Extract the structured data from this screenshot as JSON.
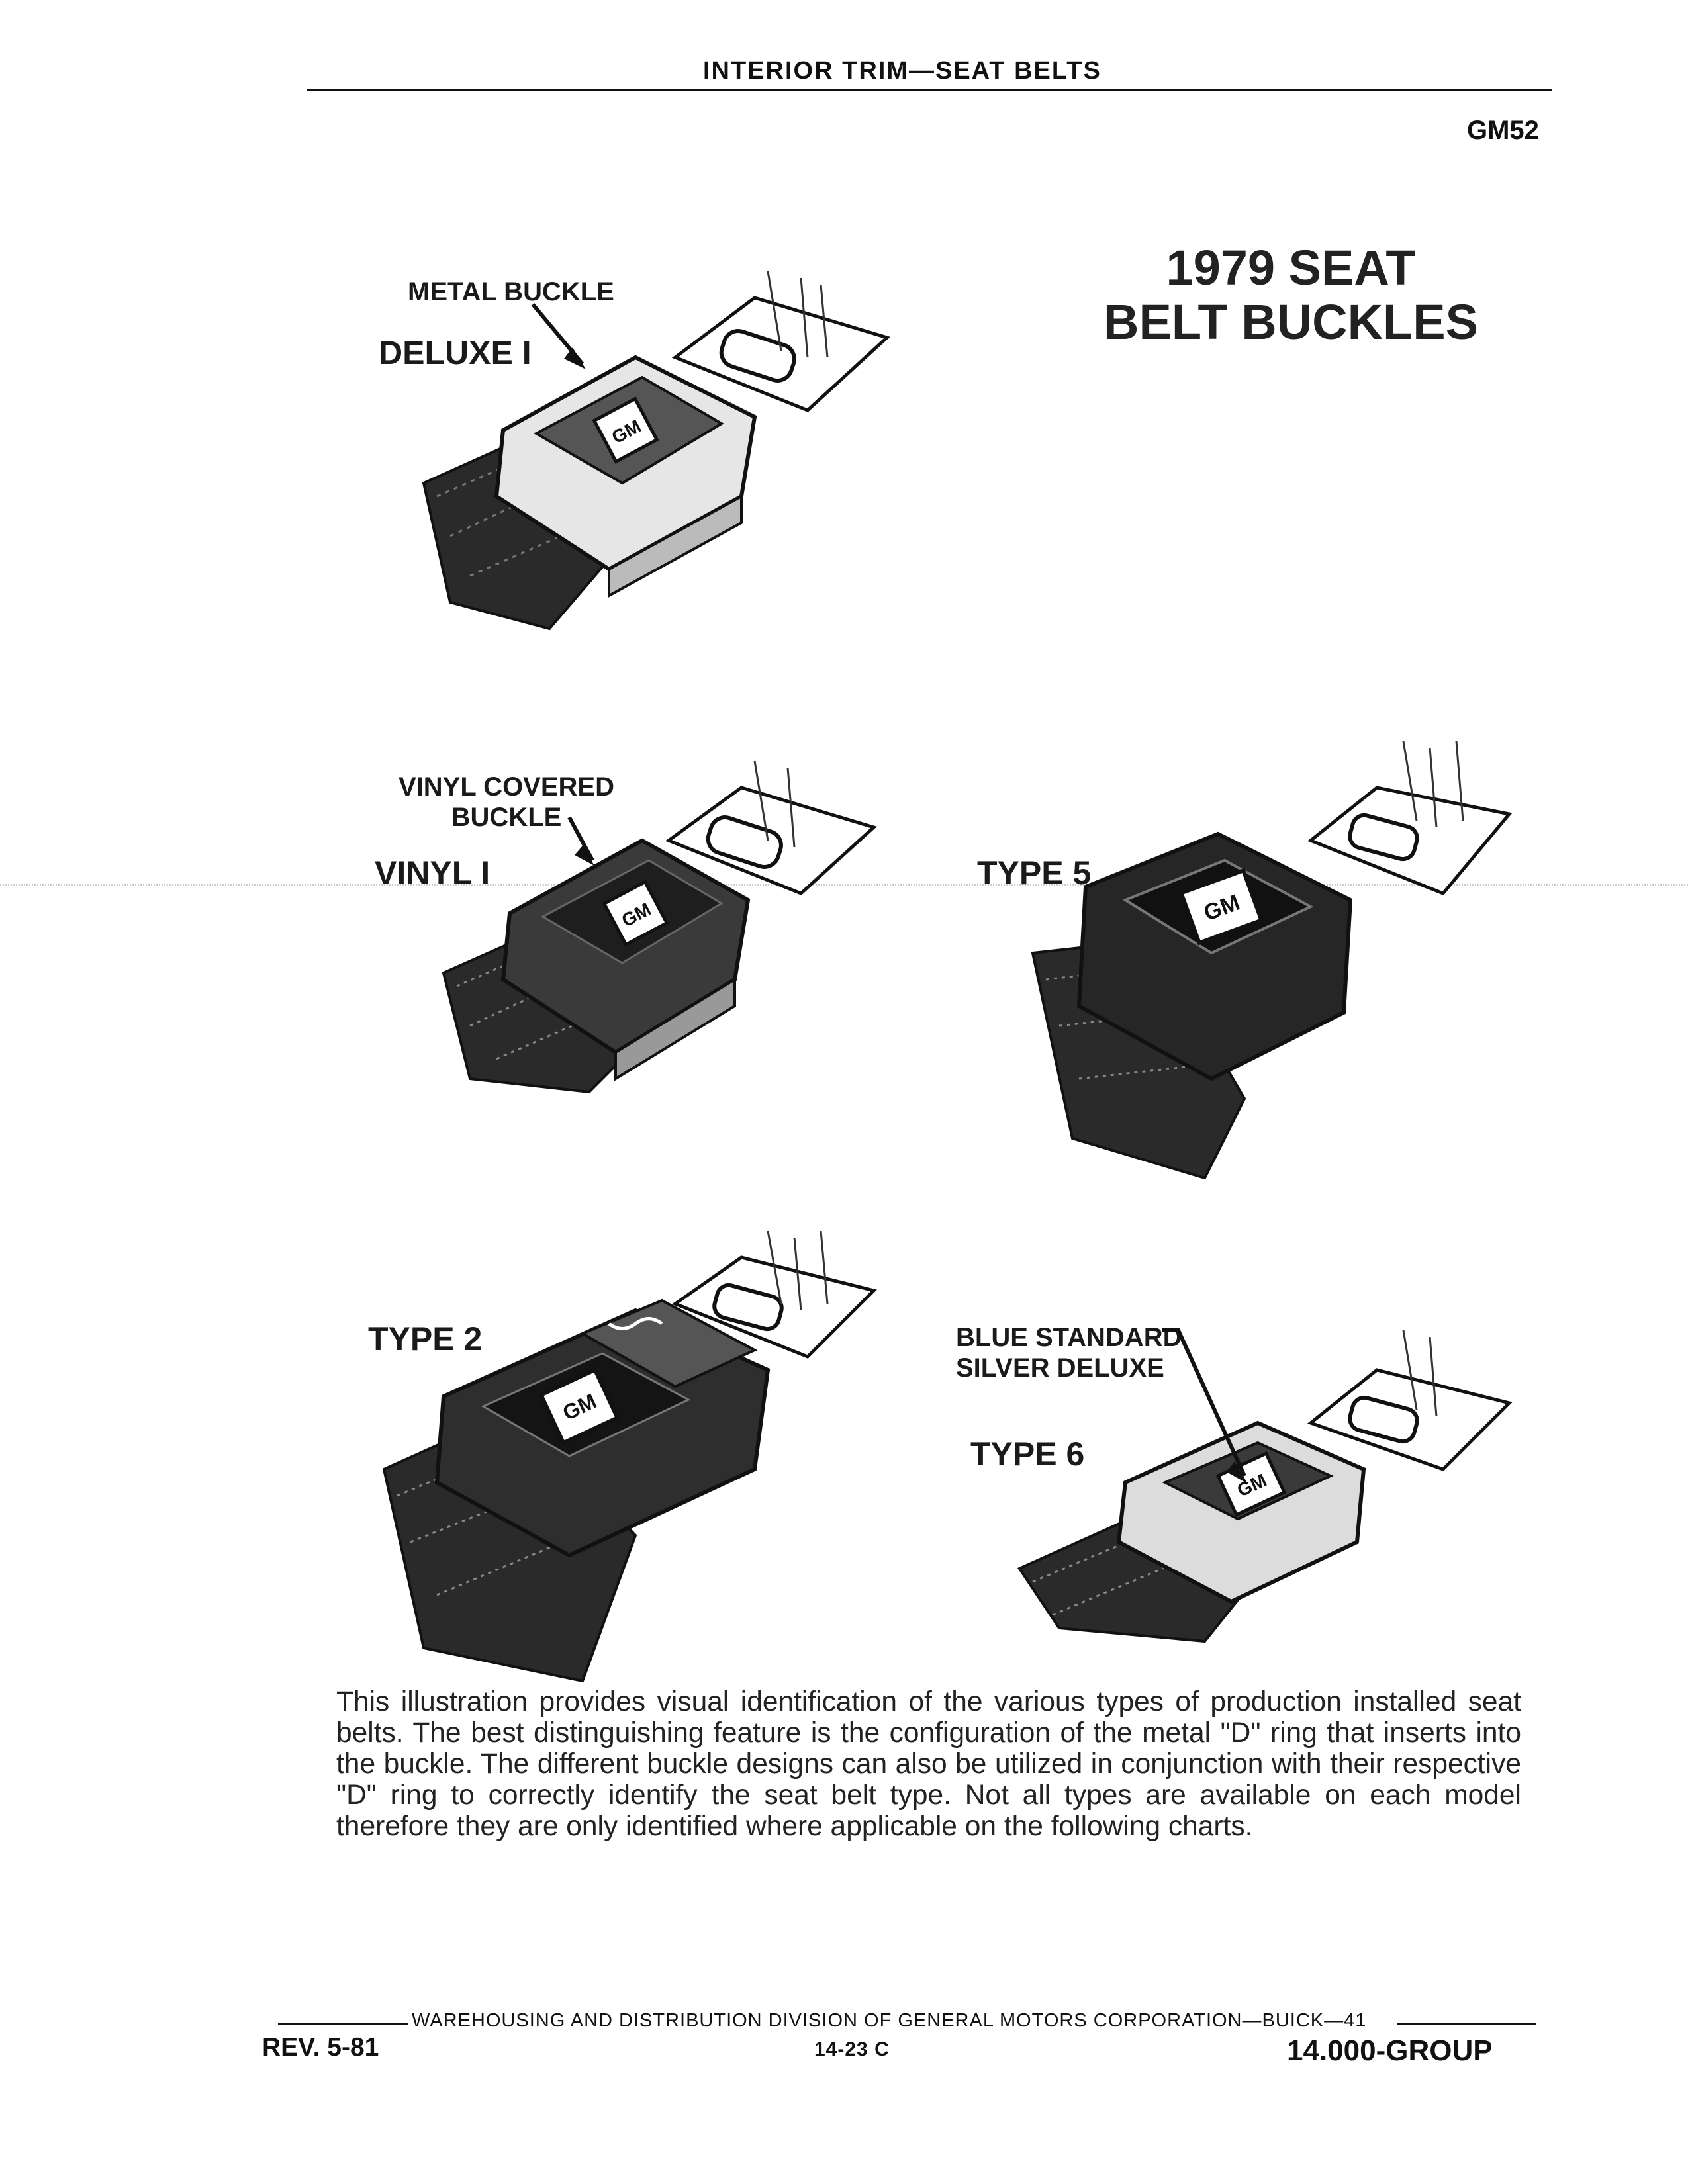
{
  "header": {
    "title": "INTERIOR TRIM—SEAT BELTS",
    "code": "GM52"
  },
  "page_title": {
    "line1": "1979 SEAT",
    "line2": "BELT BUCKLES"
  },
  "figures": {
    "deluxe": {
      "callout": "METAL BUCKLE",
      "label": "DELUXE I",
      "logo": "GM"
    },
    "vinyl": {
      "callout_line1": "VINYL COVERED",
      "callout_line2": "BUCKLE",
      "label": "VINYL I",
      "logo": "GM"
    },
    "type5": {
      "label": "TYPE 5",
      "logo": "GM"
    },
    "type2": {
      "label": "TYPE 2",
      "logo": "GM"
    },
    "type6": {
      "callout_line1": "BLUE STANDARD",
      "callout_line2": "SILVER DELUXE",
      "label": "TYPE 6",
      "logo": "GM"
    }
  },
  "body_text": "This illustration provides visual identification of the various types of production installed seat belts. The best distinguishing feature is the configuration of the metal \"D\" ring that inserts into the buckle. The different buckle designs can also be utilized in conjunction with their respective \"D\" ring to correctly identify the seat belt type. Not all types are available on each model therefore they are only identified where applicable on the following charts.",
  "footer": {
    "division": "WAREHOUSING AND DISTRIBUTION DIVISION OF GENERAL MOTORS CORPORATION—BUICK—41",
    "revision": "REV. 5-81",
    "page": "14-23 C",
    "group": "14.000-GROUP"
  }
}
